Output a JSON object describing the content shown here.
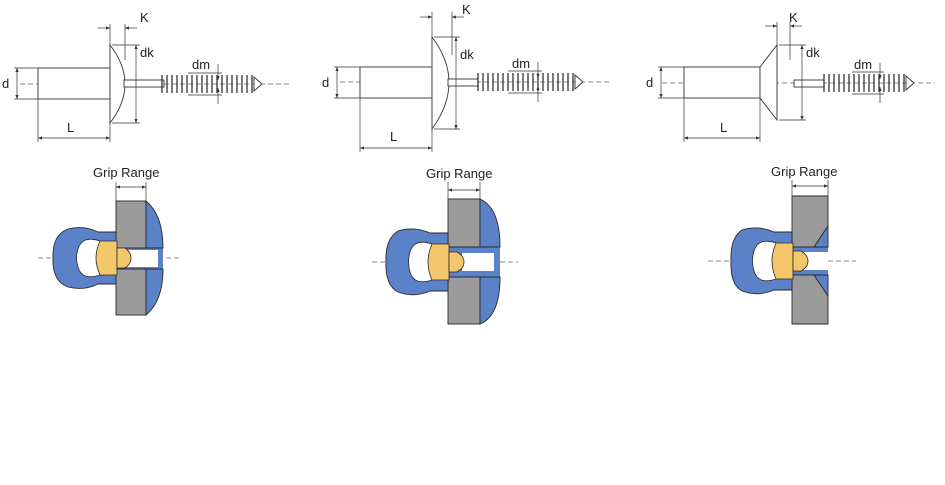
{
  "labels": {
    "head_height": "K",
    "head_diameter": "dk",
    "mandrel_diameter": "dm",
    "body_diameter": "d",
    "length": "L",
    "grip_range": "Grip Range"
  },
  "colors": {
    "rivet_body": "#5b82c8",
    "plates": "#9b9b9b",
    "mandrel_head": "#f4c86a",
    "lines": "#333333"
  },
  "variants": [
    {
      "head": "dome"
    },
    {
      "head": "large-flange"
    },
    {
      "head": "countersunk"
    }
  ]
}
